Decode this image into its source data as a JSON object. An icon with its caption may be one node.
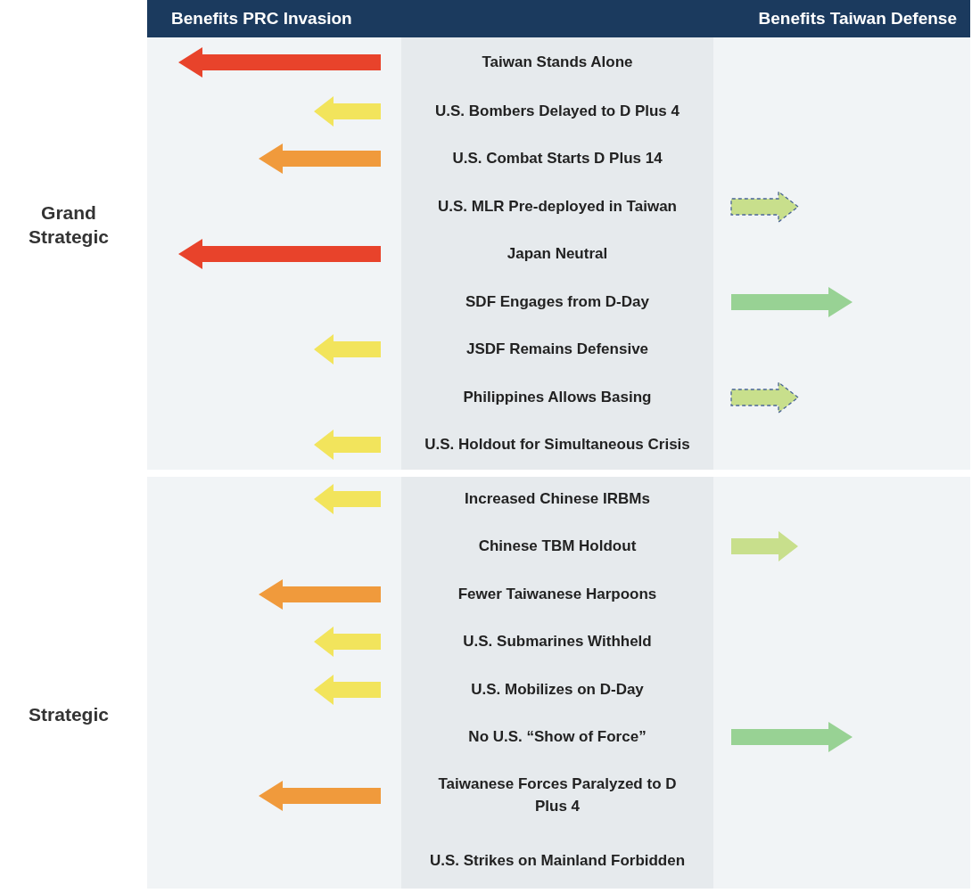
{
  "diagram": {
    "nodes": [
      {
        "text": [
          "Benefits PRC Invasion",
          "Benefits Taiwan Defense"
        ]
      },
      {
        "text": [
          "Grand Strategic"
        ]
      },
      {
        "text": [
          "Taiwan Stands Alone",
          "U.S. Bombers Delayed to D Plus 4",
          "U.S. Combat Starts D Plus 14",
          "U.S. MLR Pre-deployed in Taiwan",
          "Japan Neutral",
          "SDF Engages from D-Day",
          "JSDF Remains Defensive",
          "Philippines Allows Basing",
          "U.S. Holdout for Simultaneous Crisis"
        ],
        "in": 1
      },
      {
        "text": [
          "Strategic"
        ]
      },
      {
        "text": [
          "Increased Chinese IRBMs",
          "Chinese TBM Holdout",
          "Fewer Taiwanese Harpoons",
          "U.S. Submarines Withheld",
          "U.S. Mobilizes on D-Day",
          "No U.S. “Show of Force”",
          "Taiwanese Forces Paralyzed to D Plus 4",
          "U.S. Strikes on Mainland Forbidden"
        ],
        "in": 3
      }
    ]
  }
}
